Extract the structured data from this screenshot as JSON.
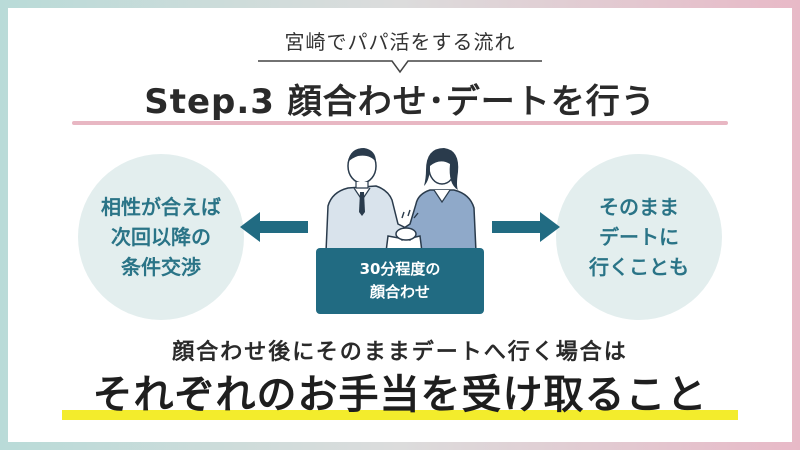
{
  "header": {
    "subtitle": "宮崎でパパ活をする流れ",
    "step_title": "Step.3 顔合わせ･デートを行う"
  },
  "left_circle": {
    "lines": [
      "相性が合えば",
      "次回以降の",
      "条件交渉"
    ]
  },
  "right_circle": {
    "lines": [
      "そのまま",
      "デートに",
      "行くことも"
    ]
  },
  "center_box": {
    "lines": [
      "30分程度の",
      "顔合わせ"
    ]
  },
  "bottom": {
    "line1": "顔合わせ後にそのままデートへ行く場合は",
    "line2": "それぞれのお手当を受け取ること"
  },
  "colors": {
    "accent_teal": "#216b82",
    "circle_bg": "#e3eeee",
    "pink_underline": "#e8b7c3",
    "yellow_highlight": "#f3ec2c"
  },
  "icons": [
    "arrow-left-icon",
    "arrow-right-icon",
    "handshake-illustration"
  ]
}
